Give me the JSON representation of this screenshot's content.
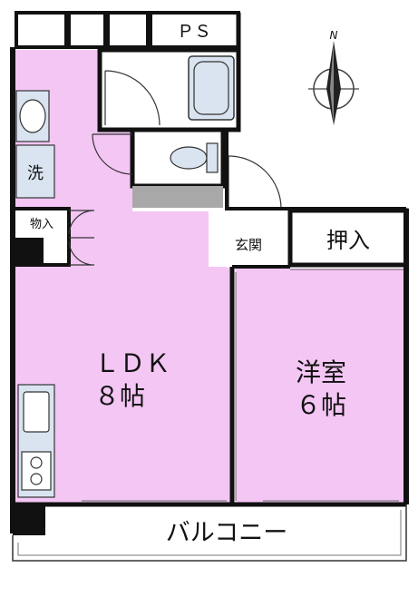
{
  "rooms": {
    "ps": "ＰＳ",
    "wash": "洗",
    "storage": "物入",
    "ldk_name": "ＬＤＫ",
    "ldk_size": "８帖",
    "entrance": "玄関",
    "closet": "押入",
    "western_name": "洋室",
    "western_size": "６帖",
    "balcony": "バルコニー"
  },
  "compass": {
    "north": "N"
  },
  "colors": {
    "floor": "#f4c6f4",
    "wall": "#111111",
    "tatami_gray": "#a8a8a8",
    "fixture": "#d9e4f0",
    "line": "#333333",
    "white": "#ffffff"
  }
}
